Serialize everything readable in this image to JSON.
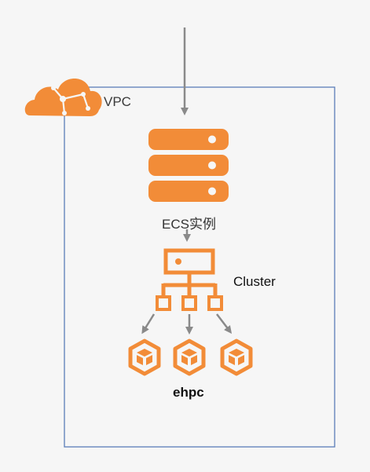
{
  "labels": {
    "vpc": "VPC",
    "ecs": "ECS实例",
    "cluster": "Cluster",
    "ehpc": "ehpc"
  },
  "colors": {
    "accent": "#f28c38",
    "accent_dark": "#e67e22",
    "arrow": "#8a8a8a",
    "vpc_border": "#5b7db8",
    "background": "#f6f6f6"
  },
  "icons": {
    "vpc": "cloud-network-icon",
    "ecs": "server-stack-icon",
    "cluster": "hierarchy-icon",
    "nodes": "cube-node-icon"
  }
}
